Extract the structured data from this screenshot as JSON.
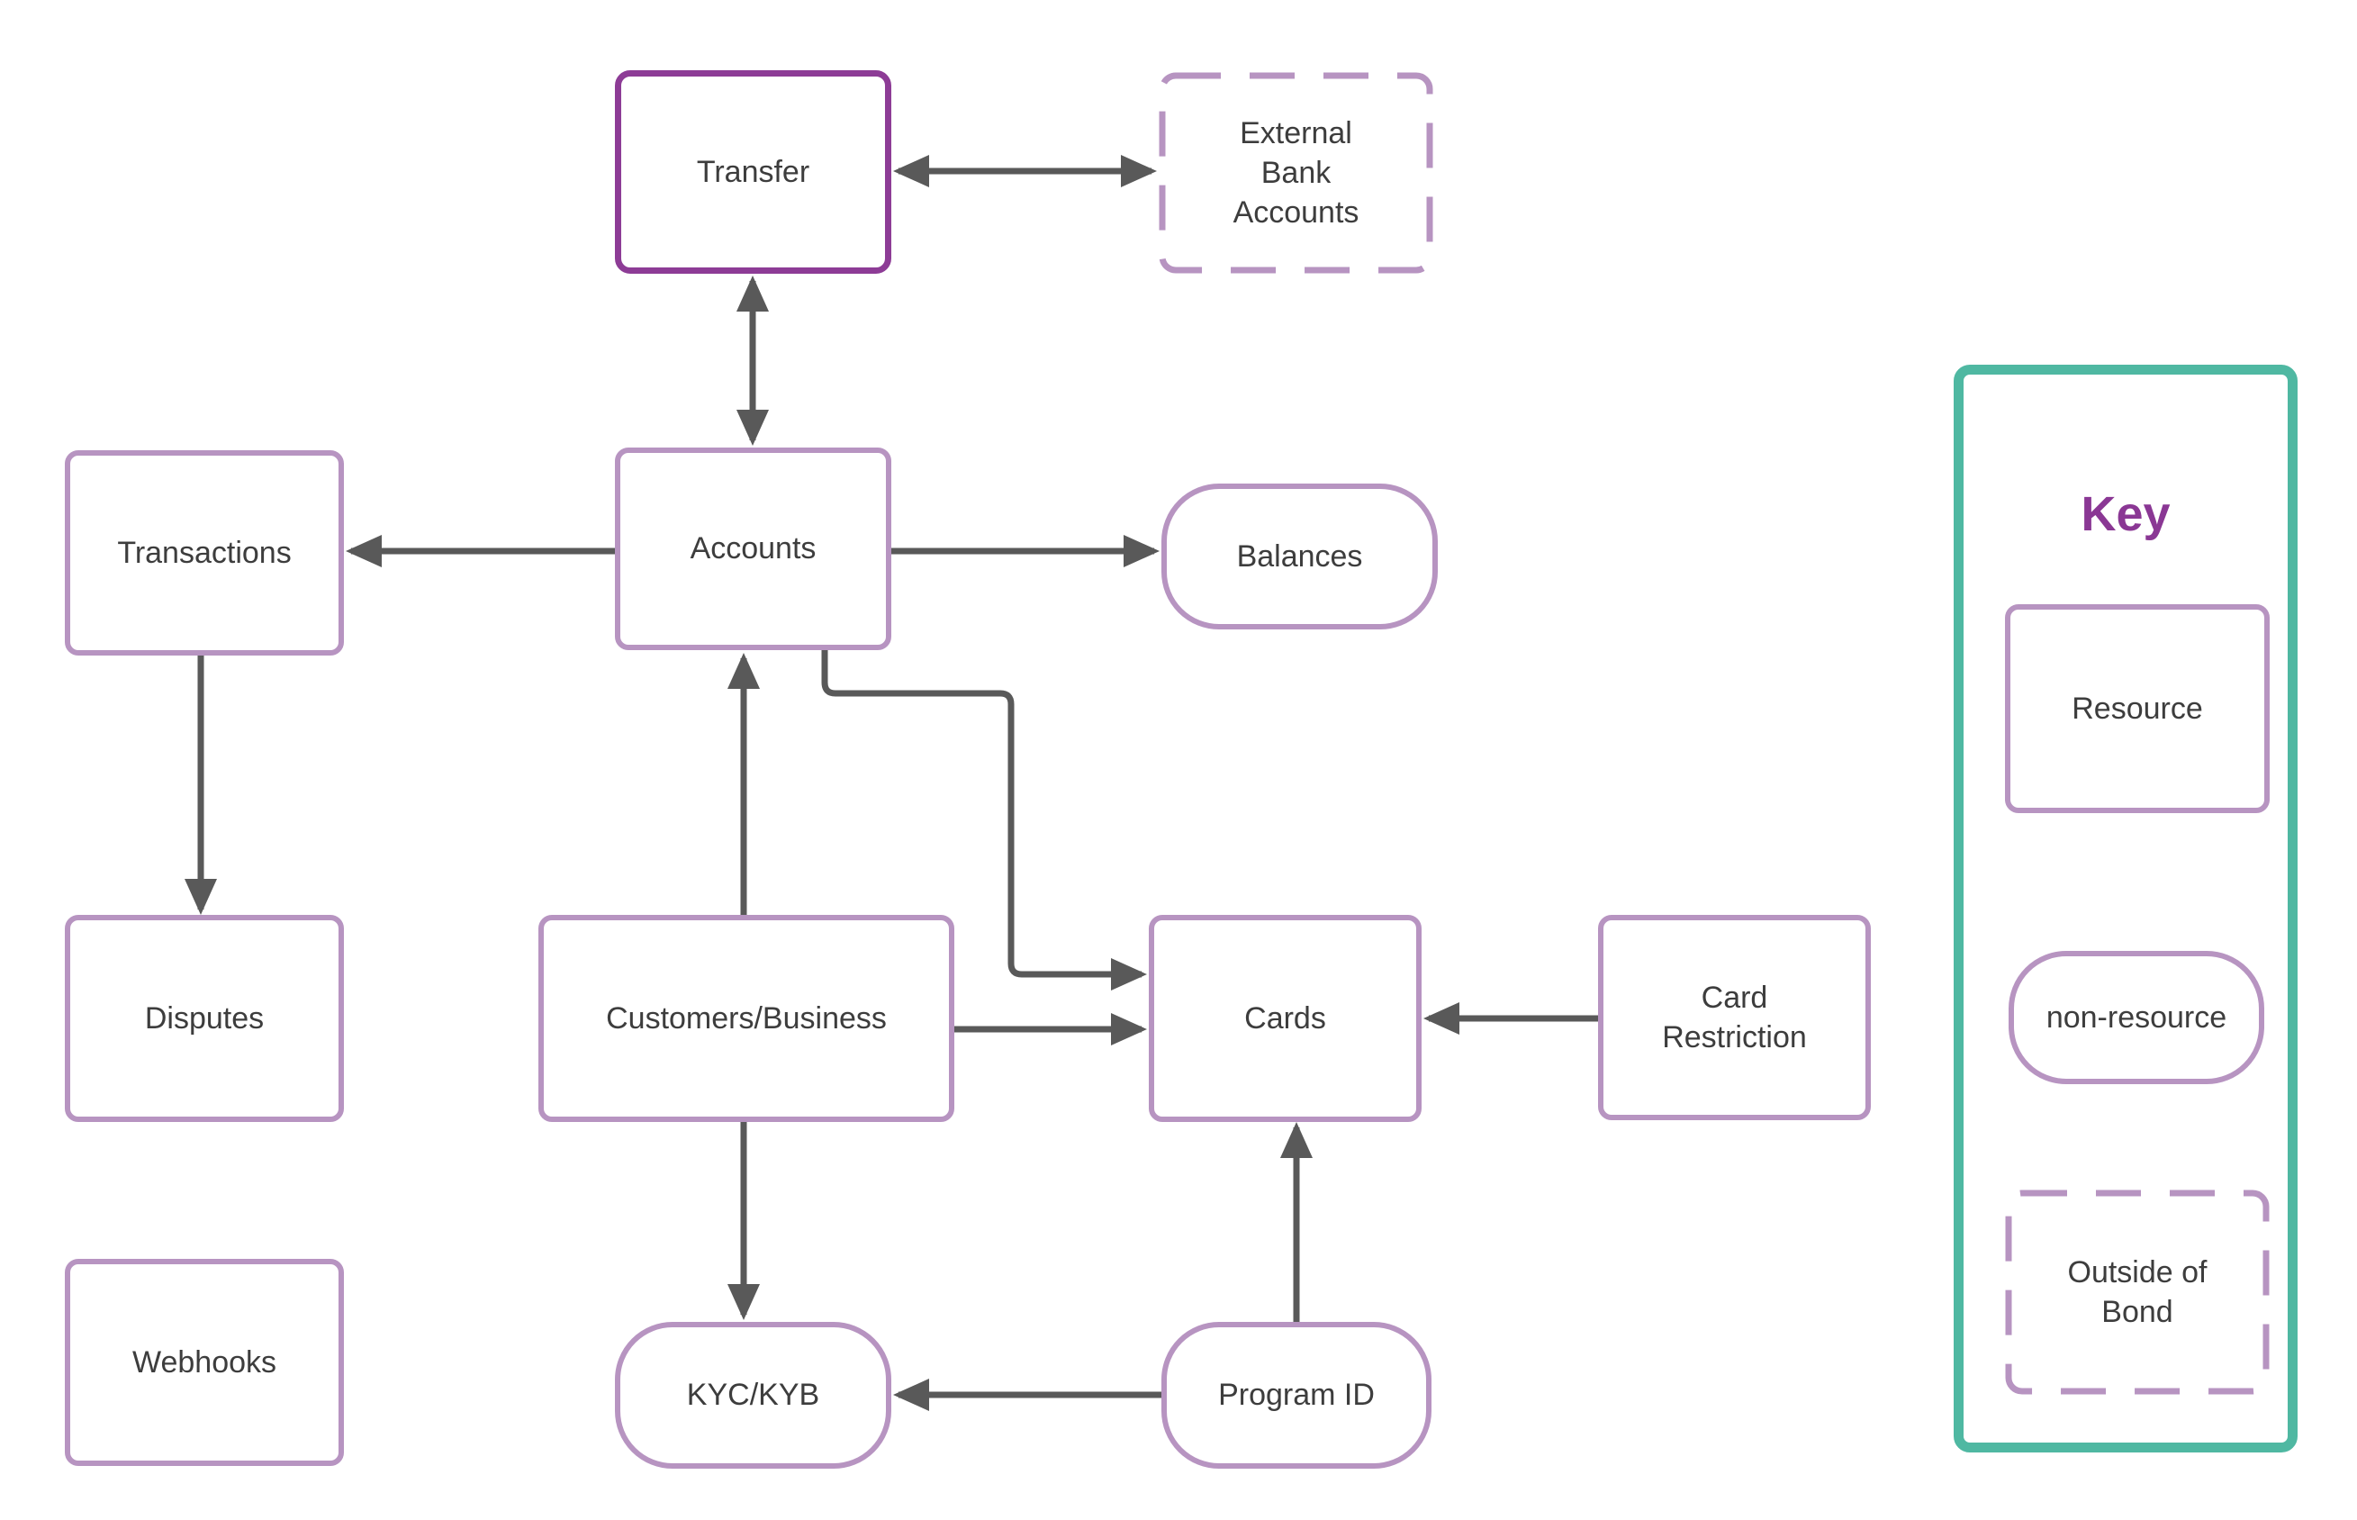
{
  "diagram": {
    "nodes": {
      "transfer": {
        "label": "Transfer",
        "kind": "resource",
        "emphasized": true
      },
      "external_bank_accounts": {
        "label": "External Bank Accounts",
        "kind": "outside-of-bond"
      },
      "transactions": {
        "label": "Transactions",
        "kind": "resource"
      },
      "accounts": {
        "label": "Accounts",
        "kind": "resource"
      },
      "balances": {
        "label": "Balances",
        "kind": "non-resource"
      },
      "disputes": {
        "label": "Disputes",
        "kind": "resource"
      },
      "customers_business": {
        "label": "Customers/Business",
        "kind": "resource"
      },
      "cards": {
        "label": "Cards",
        "kind": "resource"
      },
      "card_restriction": {
        "label": "Card Restriction",
        "kind": "resource"
      },
      "webhooks": {
        "label": "Webhooks",
        "kind": "resource"
      },
      "kyc_kyb": {
        "label": "KYC/KYB",
        "kind": "non-resource"
      },
      "program_id": {
        "label": "Program ID",
        "kind": "non-resource"
      }
    },
    "edges": [
      {
        "from": "transfer",
        "to": "external_bank_accounts",
        "arrows": "both"
      },
      {
        "from": "transfer",
        "to": "accounts",
        "arrows": "both"
      },
      {
        "from": "accounts",
        "to": "transactions",
        "arrows": "end"
      },
      {
        "from": "accounts",
        "to": "balances",
        "arrows": "end"
      },
      {
        "from": "transactions",
        "to": "disputes",
        "arrows": "end"
      },
      {
        "from": "customers_business",
        "to": "accounts",
        "arrows": "end"
      },
      {
        "from": "accounts",
        "to": "cards",
        "arrows": "end"
      },
      {
        "from": "customers_business",
        "to": "cards",
        "arrows": "end"
      },
      {
        "from": "card_restriction",
        "to": "cards",
        "arrows": "end"
      },
      {
        "from": "customers_business",
        "to": "kyc_kyb",
        "arrows": "end"
      },
      {
        "from": "program_id",
        "to": "kyc_kyb",
        "arrows": "end"
      },
      {
        "from": "program_id",
        "to": "cards",
        "arrows": "end"
      }
    ],
    "key": {
      "title": "Key",
      "items": [
        {
          "label": "Resource",
          "shape": "rectangle"
        },
        {
          "label": "non-resource",
          "shape": "pill"
        },
        {
          "label": "Outside of Bond",
          "shape": "dashed-rectangle"
        }
      ]
    },
    "colors": {
      "resource_border": "#b794c1",
      "emphasis_border": "#8d3c96",
      "key_border": "#4fb8a2",
      "key_title": "#8a3794",
      "connector": "#595959",
      "text": "#3d3d3d"
    }
  }
}
